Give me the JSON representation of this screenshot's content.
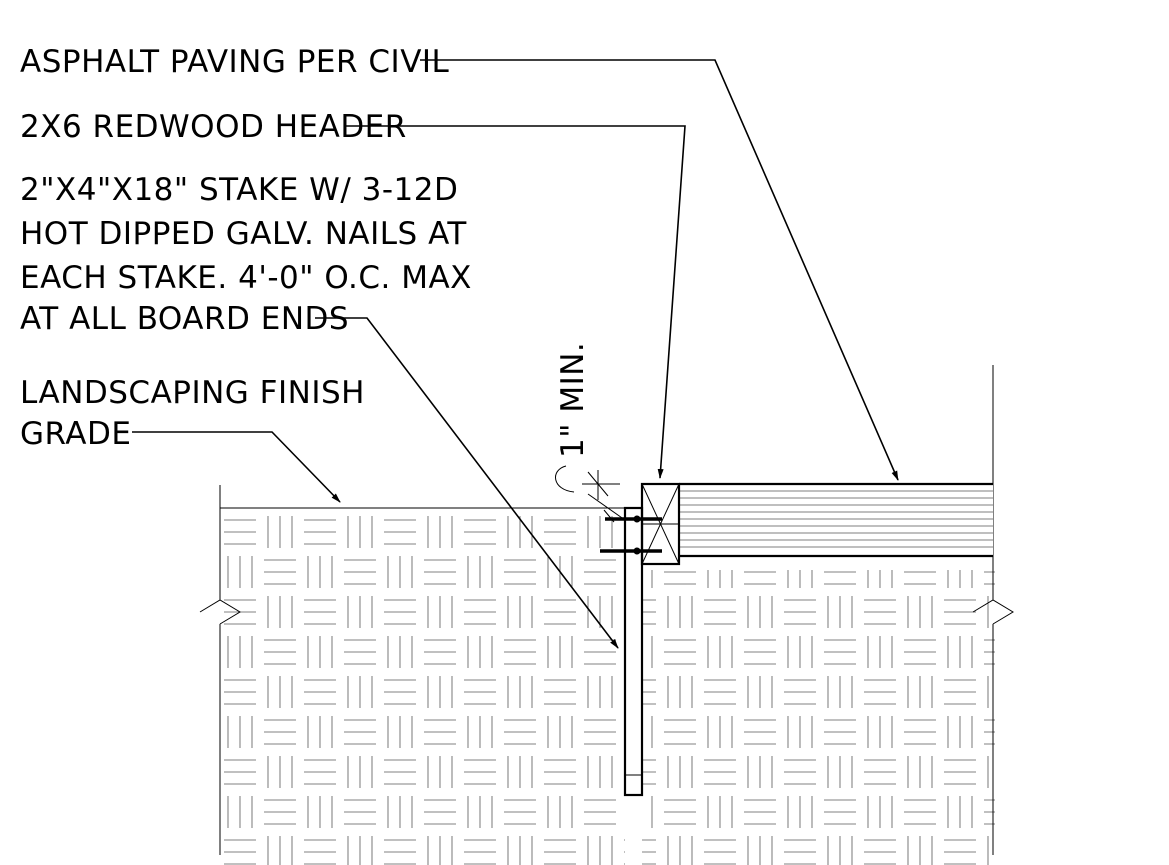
{
  "callouts": {
    "asphalt": "ASPHALT PAVING PER CIVIL",
    "header": "2X6 REDWOOD HEADER",
    "stake_line1": "2\"X4\"X18\" STAKE W/ 3-12D",
    "stake_line2": "HOT DIPPED GALV. NAILS AT",
    "stake_line3": "EACH STAKE. 4'-0\" O.C. MAX",
    "stake_line4": "AT ALL BOARD ENDS",
    "landscape_line1": "LANDSCAPING FINISH",
    "landscape_line2": "GRADE",
    "dimension": "1\" MIN."
  }
}
